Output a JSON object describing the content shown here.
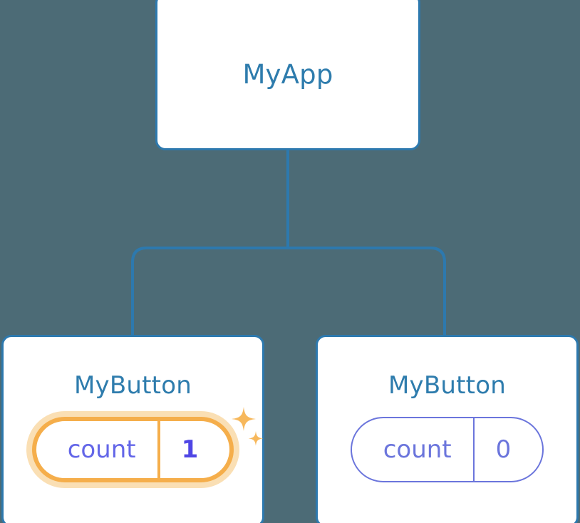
{
  "diagram": {
    "type": "component-tree",
    "background_color": "#4c6b76",
    "edge_color": "#2d79ae",
    "title_color": "#2e7cad",
    "highlight_color": "#f5ae4b",
    "highlight_glow_color": "#fadfb4",
    "state_color": "#6b75dc",
    "state_active_color": "#4f46e5"
  },
  "root": {
    "title": "MyApp"
  },
  "children": [
    {
      "title": "MyButton",
      "state": {
        "key": "count",
        "value": "1"
      },
      "highlighted": true,
      "sparkle_icons": [
        "sparkle-large",
        "sparkle-small"
      ]
    },
    {
      "title": "MyButton",
      "state": {
        "key": "count",
        "value": "0"
      },
      "highlighted": false,
      "sparkle_icons": []
    }
  ]
}
